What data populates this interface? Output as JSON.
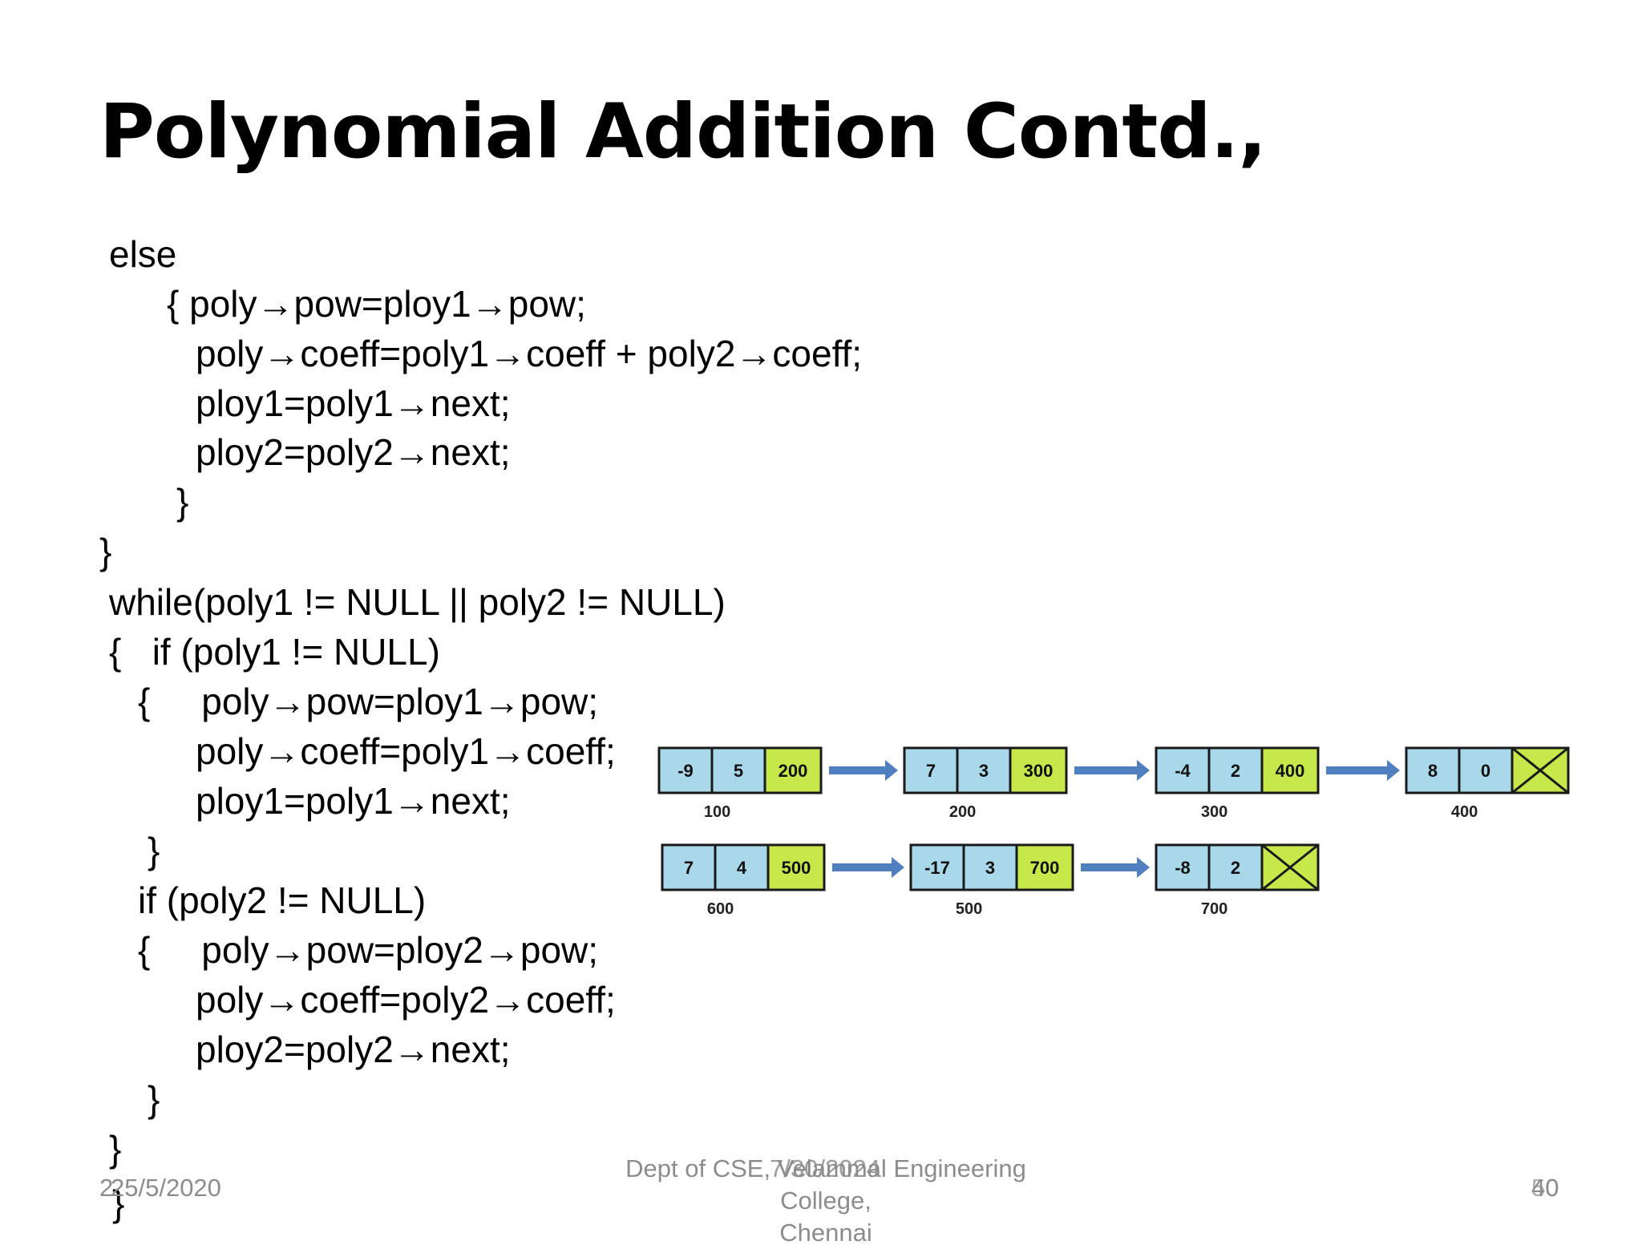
{
  "slide": {
    "title": "Polynomial Addition Contd.,",
    "code_lines": [
      "else",
      "{ poly→pow=ploy1→pow;",
      "poly→coeff=poly1→coeff + poly2→coeff;",
      "ploy1=poly1→next;",
      "ploy2=poly2→next;",
      "}",
      "}",
      "while(poly1 != NULL || poly2 != NULL)",
      "{   if (poly1 != NULL)",
      "{     poly→pow=ploy1→pow;",
      "poly→coeff=poly1→coeff;",
      "ploy1=poly1→next;",
      "}",
      "if (poly2 != NULL)",
      "{     poly→pow=ploy2→pow;",
      "poly→coeff=poly2→coeff;",
      "ploy2=poly2→next;",
      "}",
      "}",
      "}"
    ]
  },
  "diagram": {
    "list1": [
      {
        "coeff": "-9",
        "pow": "5",
        "next": "200",
        "address": "100"
      },
      {
        "coeff": "7",
        "pow": "3",
        "next": "300",
        "address": "200"
      },
      {
        "coeff": "-4",
        "pow": "2",
        "next": "400",
        "address": "300"
      },
      {
        "coeff": "8",
        "pow": "0",
        "next": null,
        "address": "400"
      }
    ],
    "list2": [
      {
        "coeff": "7",
        "pow": "4",
        "next": "500",
        "address": "600"
      },
      {
        "coeff": "-17",
        "pow": "3",
        "next": "700",
        "address": "500"
      },
      {
        "coeff": "-8",
        "pow": "2",
        "next": null,
        "address": "700"
      }
    ],
    "colors": {
      "data_cell": "#a8d8ea",
      "next_cell": "#c6e84a",
      "arrow": "#4f7fbf",
      "border": "#1a1a1a"
    }
  },
  "footer": {
    "date_left": "25/5/2020",
    "date_left_overlay": "2",
    "center_line1": "Dept of CSE, Velammal Engineering College,",
    "center_line2": "Chennai",
    "center_overlay": "7/30/2024",
    "page_number": "40",
    "page_number_overlay": "50"
  }
}
